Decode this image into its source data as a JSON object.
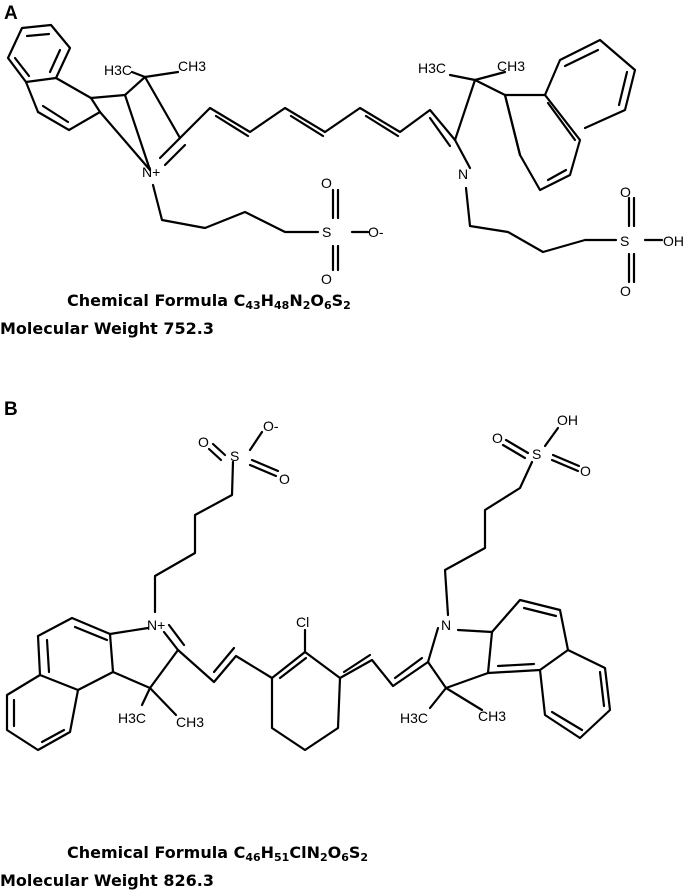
{
  "panels": [
    {
      "label": "A",
      "atoms": {
        "me1": "H3C",
        "me2": "CH3",
        "me3": "H3C",
        "me4": "CH3",
        "n_plus": "N+",
        "n": "N",
        "s1": "S",
        "o1": "O",
        "o2": "O",
        "o_minus": "O-",
        "s2": "S",
        "o3": "O",
        "o4": "O",
        "oh": "OH"
      },
      "formula_label": "Chemical Formula",
      "formula_parts": [
        [
          "C",
          ""
        ],
        [
          "43",
          "sub"
        ],
        [
          "H",
          ""
        ],
        [
          "48",
          "sub"
        ],
        [
          "N",
          ""
        ],
        [
          "2",
          "sub"
        ],
        [
          "O",
          ""
        ],
        [
          "6",
          "sub"
        ],
        [
          "S",
          ""
        ],
        [
          "2",
          "sub"
        ]
      ],
      "mw_label": "Molecular Weight",
      "mw_value": "752.3"
    },
    {
      "label": "B",
      "atoms": {
        "me1": "H3C",
        "me2": "CH3",
        "me3": "H3C",
        "me4": "CH3",
        "n_plus": "N+",
        "n": "N",
        "cl": "Cl",
        "s1": "S",
        "o1": "O",
        "o2": "O",
        "o_minus": "O-",
        "s2": "S",
        "o3": "O",
        "o4": "O",
        "oh": "OH"
      },
      "formula_label": "Chemical Formula",
      "formula_parts": [
        [
          "C",
          ""
        ],
        [
          "46",
          "sub"
        ],
        [
          "H",
          ""
        ],
        [
          "51",
          "sub"
        ],
        [
          "Cl",
          ""
        ],
        [
          "N",
          ""
        ],
        [
          "2",
          "sub"
        ],
        [
          "O",
          ""
        ],
        [
          "6",
          "sub"
        ],
        [
          "S",
          ""
        ],
        [
          "2",
          "sub"
        ]
      ],
      "mw_label": "Molecular Weight",
      "mw_value": "826.3"
    }
  ]
}
